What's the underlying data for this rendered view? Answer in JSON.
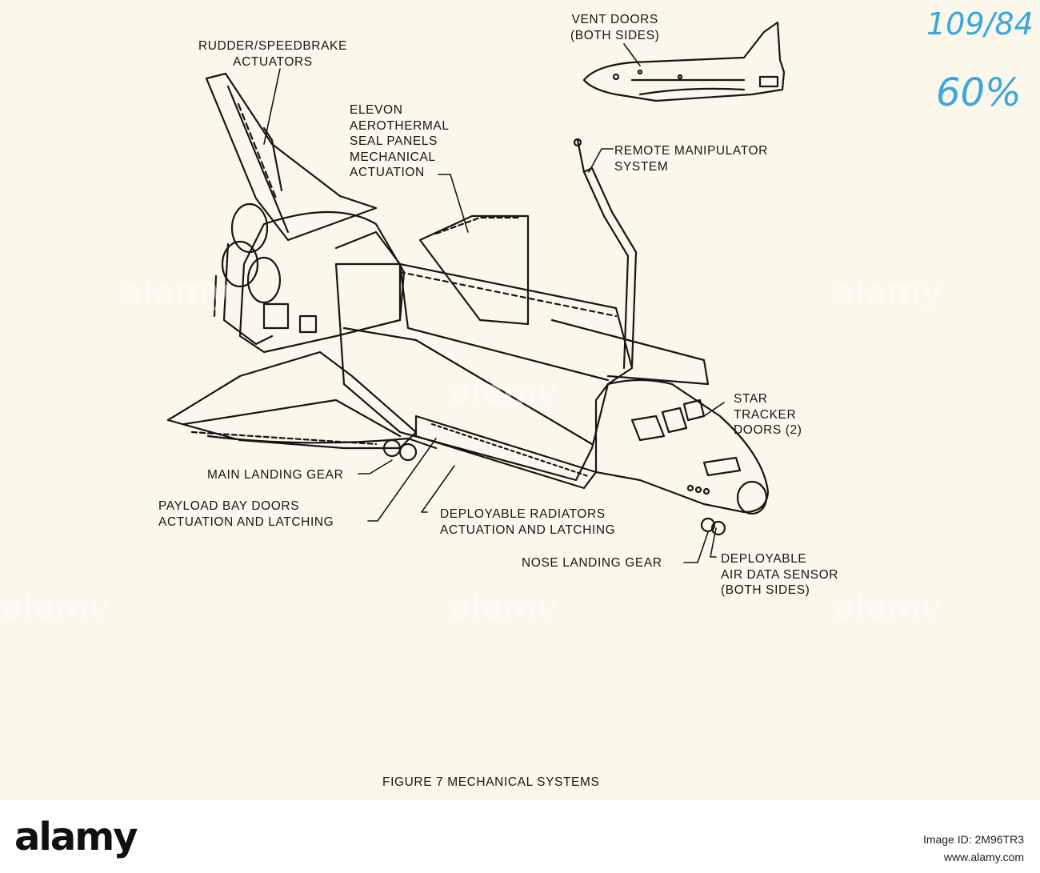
{
  "diagram": {
    "caption": "FIGURE 7 MECHANICAL SYSTEMS",
    "labels": {
      "rudder_speedbrake": "RUDDER/SPEEDBRAKE\nACTUATORS",
      "vent_doors": "VENT DOORS\n(BOTH SIDES)",
      "elevon": "ELEVON\nAEROTHERMAL\nSEAL PANELS\nMECHANICAL\nACTUATION",
      "remote_manipulator": "REMOTE MANIPULATOR\nSYSTEM",
      "star_tracker": "STAR\nTRACKER\nDOORS (2)",
      "main_landing_gear": "MAIN LANDING GEAR",
      "payload_bay_doors": "PAYLOAD BAY DOORS\nACTUATION AND LATCHING",
      "deployable_radiators": "DEPLOYABLE RADIATORS\nACTUATION AND LATCHING",
      "nose_landing_gear": "NOSE LANDING GEAR",
      "air_data_sensor": "DEPLOYABLE\nAIR DATA SENSOR\n(BOTH SIDES)"
    },
    "handwriting": {
      "page_ref": "109/84",
      "scale": "60%"
    }
  },
  "watermark": {
    "text": "alamy",
    "color": "#ffffff"
  },
  "footer": {
    "brand": "alamy",
    "image_id": "Image ID: 2M96TR3",
    "url": "www.alamy.com"
  },
  "colors": {
    "paper": "#fbf7ea",
    "ink": "#161616",
    "handwriting": "#3aa6e0"
  }
}
